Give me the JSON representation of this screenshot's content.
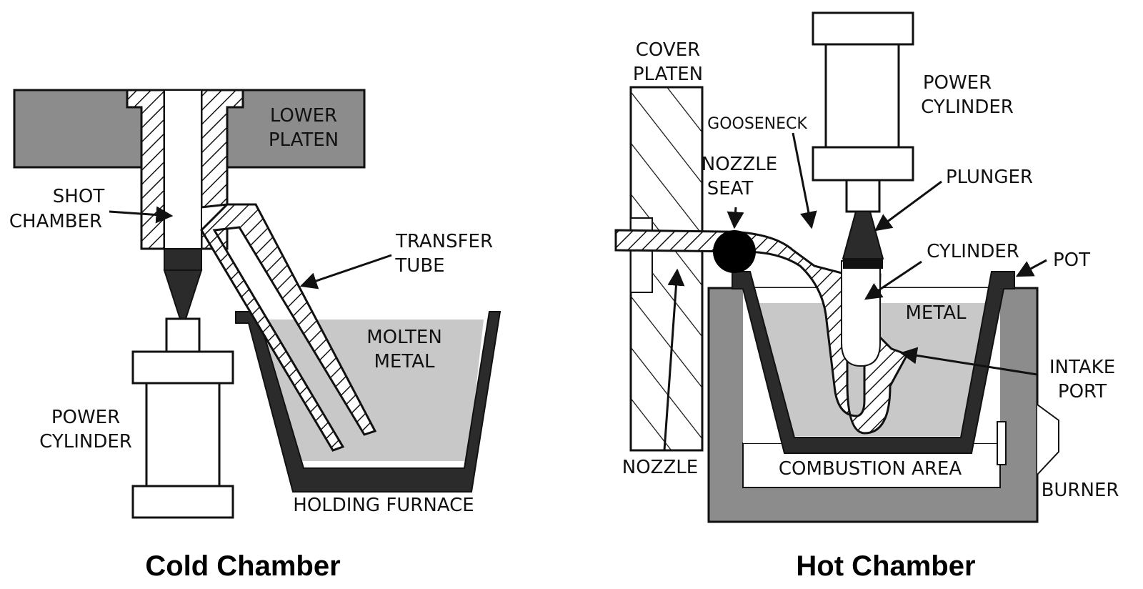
{
  "colors": {
    "platen_gray": "#8c8c8c",
    "dark": "#2b2b2b",
    "molten": "#c8c8c8",
    "outline": "#111111"
  },
  "cold_chamber": {
    "caption": "Cold Chamber",
    "labels": {
      "lower_platen_1": "LOWER",
      "lower_platen_2": "PLATEN",
      "shot_chamber_1": "SHOT",
      "shot_chamber_2": "CHAMBER",
      "transfer_tube_1": "TRANSFER",
      "transfer_tube_2": "TUBE",
      "molten_metal_1": "MOLTEN",
      "molten_metal_2": "METAL",
      "power_cylinder_1": "POWER",
      "power_cylinder_2": "CYLINDER",
      "holding_furnace": "HOLDING FURNACE"
    }
  },
  "hot_chamber": {
    "caption": "Hot Chamber",
    "labels": {
      "cover_platen_1": "COVER",
      "cover_platen_2": "PLATEN",
      "gooseneck": "GOOSENECK",
      "nozzle_seat_1": "NOZZLE",
      "nozzle_seat_2": "SEAT",
      "power_cylinder_1": "POWER",
      "power_cylinder_2": "CYLINDER",
      "plunger": "PLUNGER",
      "cylinder": "CYLINDER",
      "pot": "POT",
      "metal": "METAL",
      "intake_port_1": "INTAKE",
      "intake_port_2": "PORT",
      "nozzle": "NOZZLE",
      "combustion_area": "COMBUSTION AREA",
      "burner": "BURNER"
    }
  }
}
